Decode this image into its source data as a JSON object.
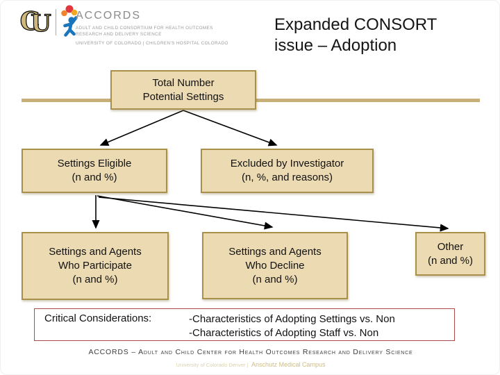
{
  "slide": {
    "title_line1": "Expanded CONSORT",
    "title_line2": "issue – Adoption"
  },
  "logo": {
    "cu_monogram": "CU",
    "accords_title": "ACCORDS",
    "accords_sub1": "ADULT AND CHILD CONSORTIUM FOR HEALTH OUTCOMES",
    "accords_sub2": "RESEARCH AND DELIVERY SCIENCE",
    "accords_partners": "UNIVERSITY OF COLORADO  |  CHILDREN'S HOSPITAL COLORADO"
  },
  "flowchart": {
    "total": {
      "line1": "Total Number",
      "line2": "Potential Settings"
    },
    "eligible": {
      "line1": "Settings Eligible",
      "line2": "(n and %)"
    },
    "excluded": {
      "line1": "Excluded by Investigator",
      "line2": "(n, %, and reasons)"
    },
    "participate": {
      "line1": "Settings and Agents",
      "line2": "Who Participate",
      "line3": "(n and %)"
    },
    "decline": {
      "line1": "Settings and Agents",
      "line2": "Who Decline",
      "line3": "(n and %)"
    },
    "other": {
      "line1": "Other",
      "line2": "(n and %)"
    }
  },
  "critical": {
    "label": "Critical Considerations:",
    "line1": "-Characteristics of Adopting Settings vs. Non",
    "line2": "-Characteristics of Adopting Staff vs. Non"
  },
  "footer": {
    "line1": "ACCORDS – Adult and Child Center for Health Outcomes Research and Delivery Science",
    "line2_part1": "University of Colorado Denver |",
    "line2_part2": " Anschutz Medical Campus"
  },
  "colors": {
    "box_fill": "#ecdab2",
    "box_border": "#a8904a",
    "gold_line": "#c6b077",
    "critical_border": "#b04a4a",
    "cu_gold": "#cfb87c",
    "figure_blue": "#1976bc",
    "balloon_red": "#e2383d",
    "balloon_orange": "#f0832b",
    "balloon_gold": "#f3a91f",
    "footer_tan": "#d2c391"
  }
}
